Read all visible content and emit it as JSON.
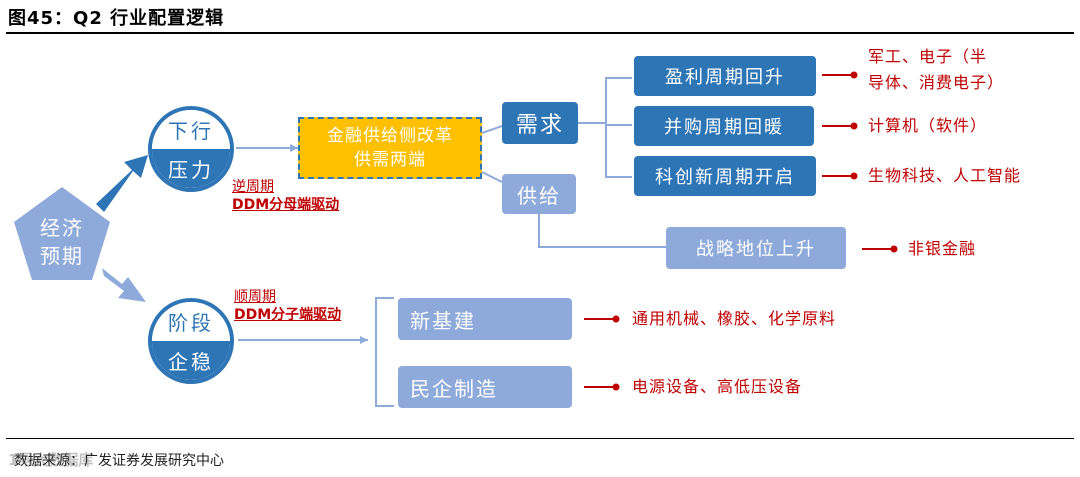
{
  "title": "图45：Q2 行业配置逻辑",
  "source": "数据来源：广发证券发展研究中心",
  "watermark": "1号大数据库",
  "nodes": {
    "economy": "经济\n预期",
    "pressure_top": "下行",
    "pressure_bottom": "压力",
    "stable_top": "阶段",
    "stable_bottom": "企稳",
    "reform": "金融供给侧改革\n供需两端",
    "demand": "需求",
    "supply": "供给",
    "profit": "盈利周期回升",
    "merger": "并购周期回暖",
    "innovation": "科创新周期开启",
    "strategic": "战略地位上升",
    "infra": "新基建",
    "private": "民企制造"
  },
  "labels": {
    "countercyclical": "逆周期",
    "ddm_denominator": "DDM分母端驱动",
    "procyclical": "顺周期",
    "ddm_numerator": "DDM分子端驱动"
  },
  "outcomes": {
    "profit": "军工、电子（半\n导体、消费电子）",
    "merger": "计算机（软件）",
    "innovation": "生物科技、人工智能",
    "strategic": "非银金融",
    "infra": "通用机械、橡胶、化学原料",
    "private": "电源设备、高低压设备"
  },
  "colors": {
    "dark_blue": "#2e75b6",
    "light_blue": "#8eaadb",
    "reform_fill": "#ffc000",
    "accent_red": "#c00000"
  }
}
